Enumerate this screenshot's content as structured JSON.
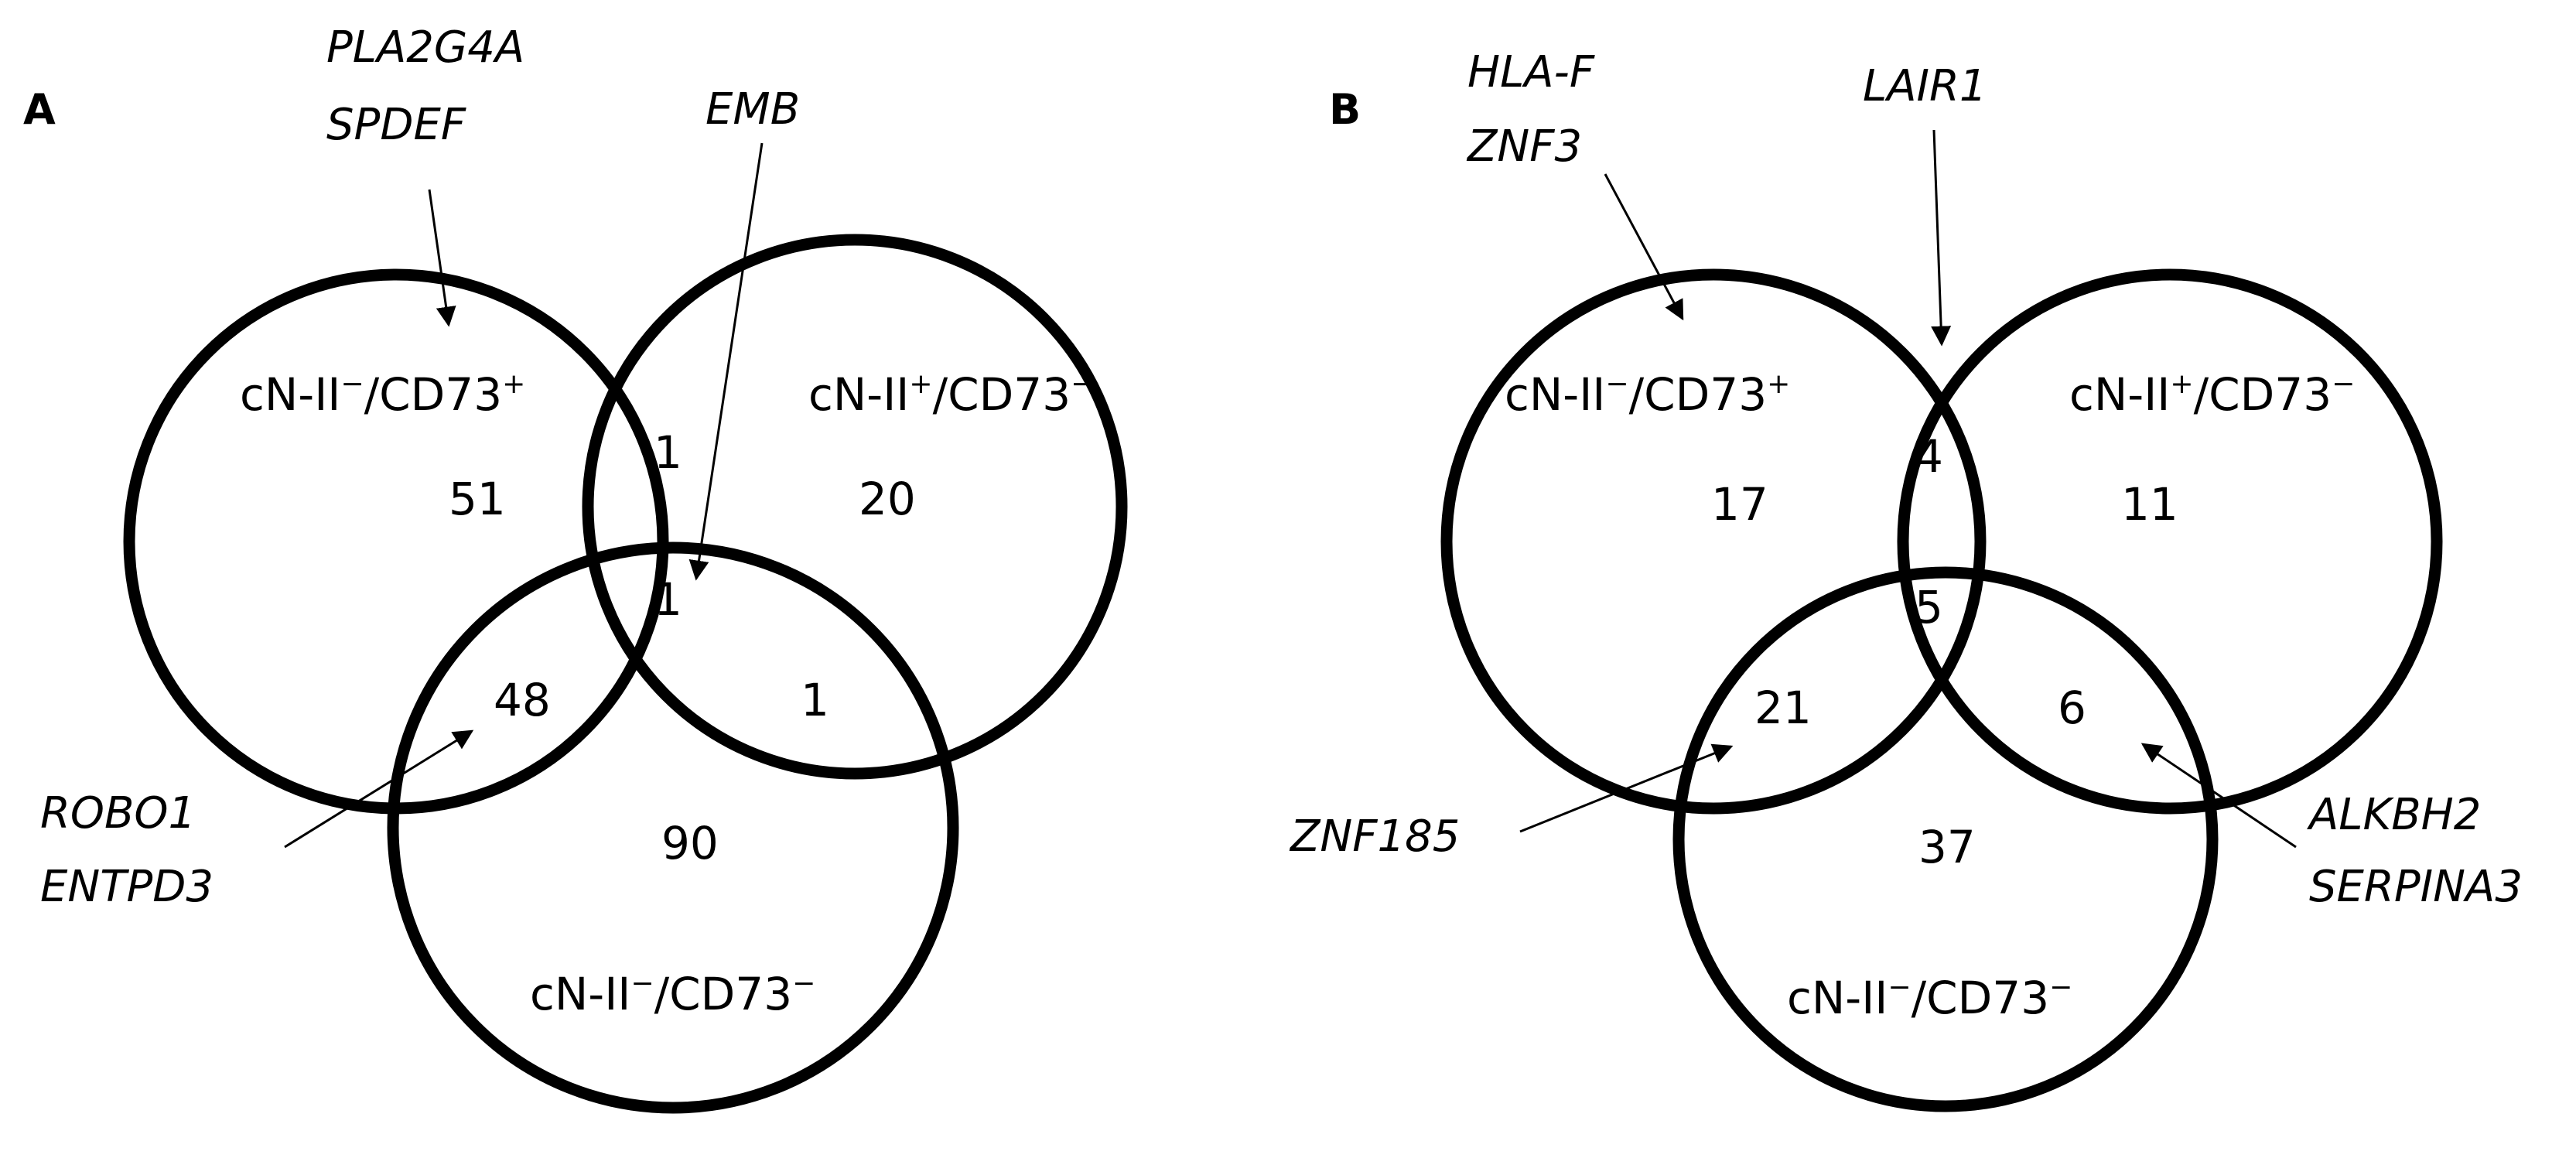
{
  "panels": {
    "a": {
      "letter": "A",
      "genes": {
        "top_left_line1": "PLA2G4A",
        "top_left_line2": "SPDEF",
        "top_center": "EMB",
        "bottom_left_line1": "ROBO1",
        "bottom_left_line2": "ENTPD3"
      },
      "set_labels": {
        "left": {
          "base1": "cN-II",
          "sup1": "−",
          "base2": "/CD73",
          "sup2": "+"
        },
        "right": {
          "base1": "cN-II",
          "sup1": "+",
          "base2": "/CD73",
          "sup2": "−"
        },
        "bottom": {
          "base1": "cN-II",
          "sup1": "−",
          "base2": "/CD73",
          "sup2": "−"
        }
      },
      "counts": {
        "left_only": "51",
        "left_right": "1",
        "right_only": "20",
        "all_three": "1",
        "left_bottom": "48",
        "right_bottom": "1",
        "bottom_only": "90"
      }
    },
    "b": {
      "letter": "B",
      "genes": {
        "top_left_line1": "HLA-F",
        "top_left_line2": "ZNF3",
        "top_center": "LAIR1",
        "bottom_left": "ZNF185",
        "bottom_right_line1": "ALKBH2",
        "bottom_right_line2": "SERPINA3"
      },
      "set_labels": {
        "left": {
          "base1": "cN-II",
          "sup1": "−",
          "base2": "/CD73",
          "sup2": "+"
        },
        "right": {
          "base1": "cN-II",
          "sup1": "+",
          "base2": "/CD73",
          "sup2": "−"
        },
        "bottom": {
          "base1": "cN-II",
          "sup1": "−",
          "base2": "/CD73",
          "sup2": "−"
        }
      },
      "counts": {
        "left_only": "17",
        "left_right": "4",
        "right_only": "11",
        "all_three": "5",
        "left_bottom": "21",
        "right_bottom": "6",
        "bottom_only": "37"
      }
    }
  }
}
